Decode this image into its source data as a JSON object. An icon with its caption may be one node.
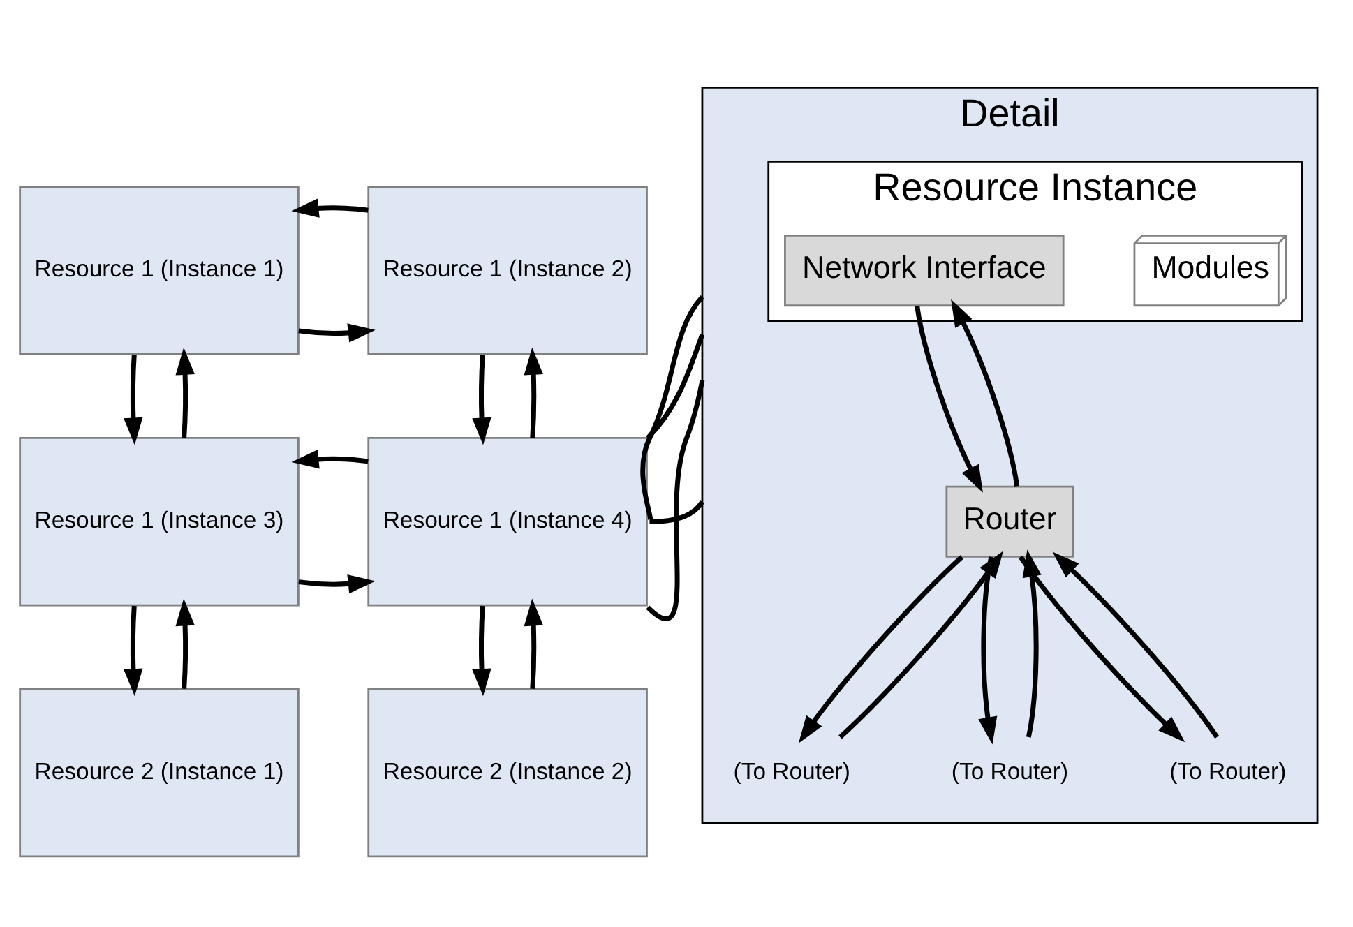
{
  "diagram": {
    "nodes": [
      {
        "text": [
          "Resource 1 (Instance 1)"
        ]
      },
      {
        "text": [
          "Resource 1 (Instance 2)"
        ]
      },
      {
        "text": [
          "Resource 1 (Instance 3)"
        ]
      },
      {
        "text": [
          "Resource 1 (Instance 4)"
        ]
      },
      {
        "text": [
          "Resource 2 (Instance 1)"
        ]
      },
      {
        "text": [
          "Resource 2 (Instance 2)"
        ]
      },
      {
        "text": [
          "Detail"
        ]
      },
      {
        "text": [
          "Resource Instance"
        ],
        "in": 6
      },
      {
        "text": [
          "Modules"
        ],
        "in": 7
      },
      {
        "text": [
          "Network Interface"
        ],
        "in": 7
      },
      {
        "text": [
          "(To Router)"
        ],
        "in": 6
      },
      {
        "text": [
          "Router"
        ],
        "in": 6
      },
      {
        "text": [
          "(To Router)"
        ],
        "in": 6
      },
      {
        "text": [
          "(To Router)"
        ],
        "in": 6
      }
    ],
    "edges": [
      {
        "from": 0,
        "to": 1,
        "arrow": "to"
      },
      {
        "from": 1,
        "to": 0,
        "arrow": "to"
      },
      {
        "from": 0,
        "to": 2,
        "arrow": "to"
      },
      {
        "from": 2,
        "to": 0,
        "arrow": "to"
      },
      {
        "from": 1,
        "to": 3,
        "arrow": "to"
      },
      {
        "from": 3,
        "to": 1,
        "arrow": "to"
      },
      {
        "from": 2,
        "to": 3,
        "arrow": "to"
      },
      {
        "from": 3,
        "to": 2,
        "arrow": "to"
      },
      {
        "from": 2,
        "to": 4,
        "arrow": "to"
      },
      {
        "from": 4,
        "to": 2,
        "arrow": "to"
      },
      {
        "from": 3,
        "to": 5,
        "arrow": "to"
      },
      {
        "from": 5,
        "to": 3,
        "arrow": "to"
      },
      {
        "from": 3,
        "to": 6,
        "arrow": "none"
      },
      {
        "from": 3,
        "to": 6,
        "arrow": "none"
      },
      {
        "from": 3,
        "to": 6,
        "arrow": "none"
      },
      {
        "from": 3,
        "to": 6,
        "arrow": "none"
      },
      {
        "from": 11,
        "to": 9,
        "arrow": "to"
      },
      {
        "from": 9,
        "to": 11,
        "arrow": "to"
      },
      {
        "from": 11,
        "to": 10,
        "arrow": "to"
      },
      {
        "from": 10,
        "to": 11,
        "arrow": "to"
      },
      {
        "from": 12,
        "to": 11,
        "arrow": "to"
      },
      {
        "from": 11,
        "to": 12,
        "arrow": "to"
      },
      {
        "from": 11,
        "to": 13,
        "arrow": "to"
      },
      {
        "from": 13,
        "to": 11,
        "arrow": "to"
      }
    ]
  }
}
